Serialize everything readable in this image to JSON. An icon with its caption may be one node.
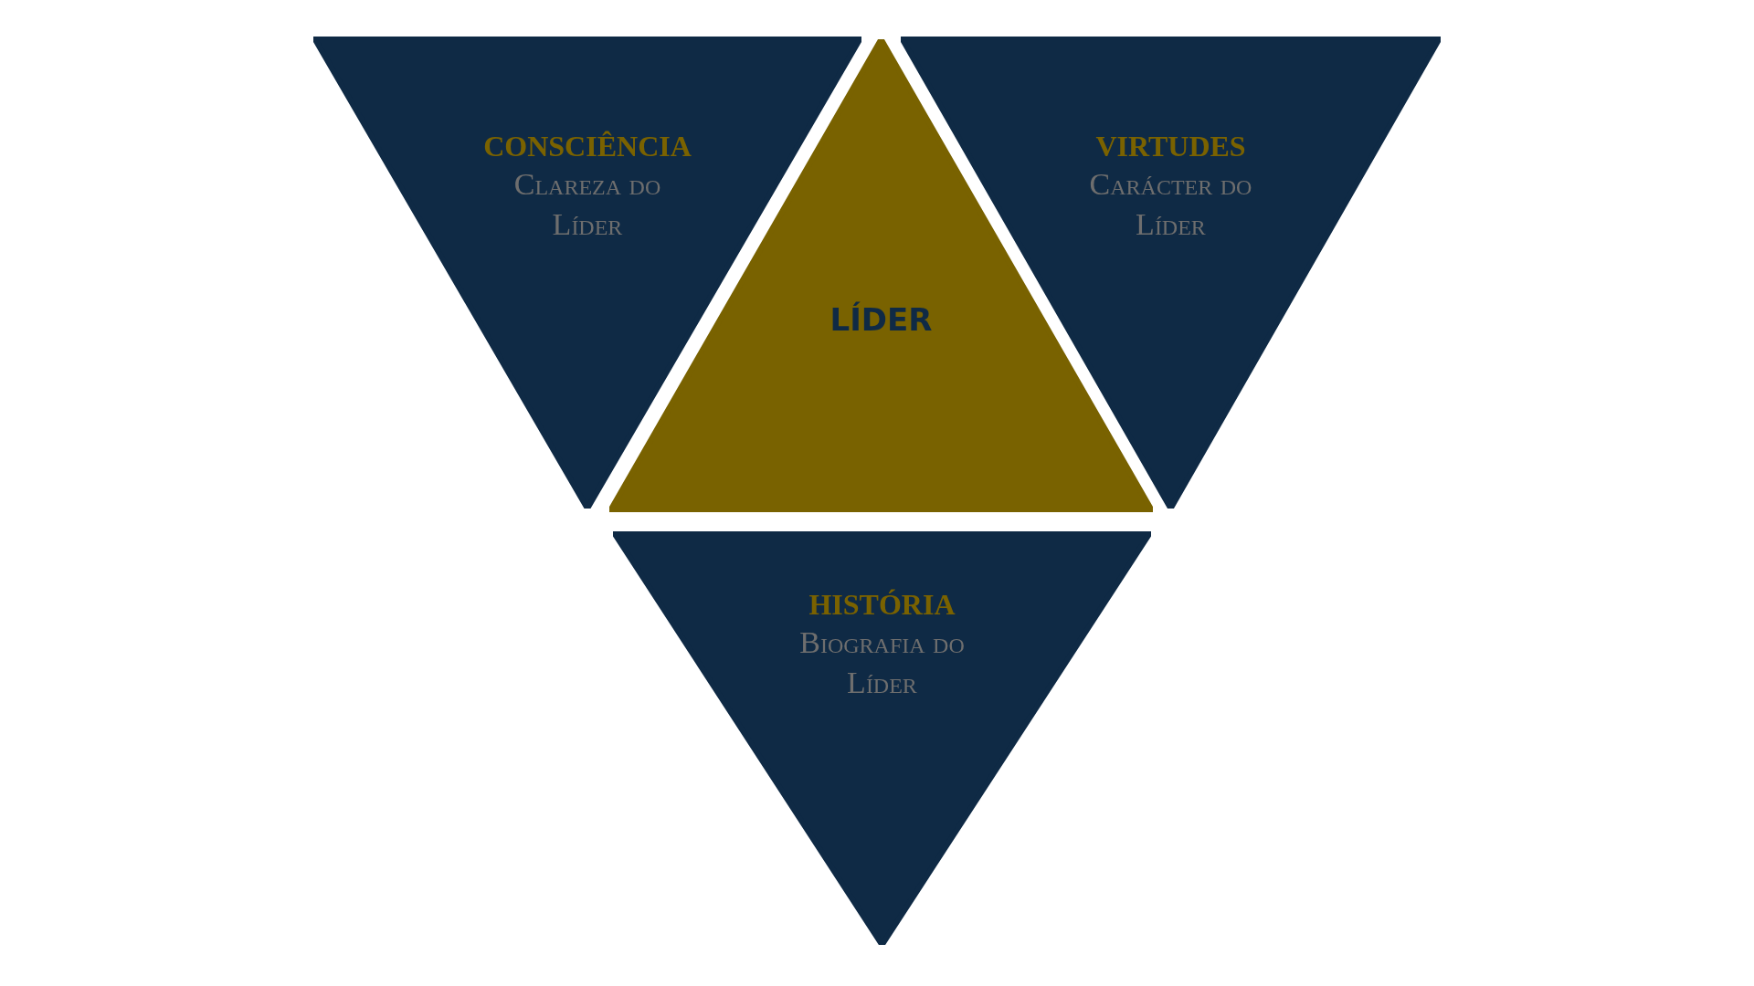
{
  "diagram": {
    "nodes": [
      {
        "text": [
          "CONSCIÊNCIA",
          "Clareza do Líder"
        ]
      },
      {
        "text": [
          "LÍDER"
        ]
      },
      {
        "text": [
          "VIRTUDES",
          "Carácter do Líder"
        ]
      },
      {
        "text": [
          "HISTÓRIA",
          "Biografia do Líder"
        ]
      }
    ]
  }
}
